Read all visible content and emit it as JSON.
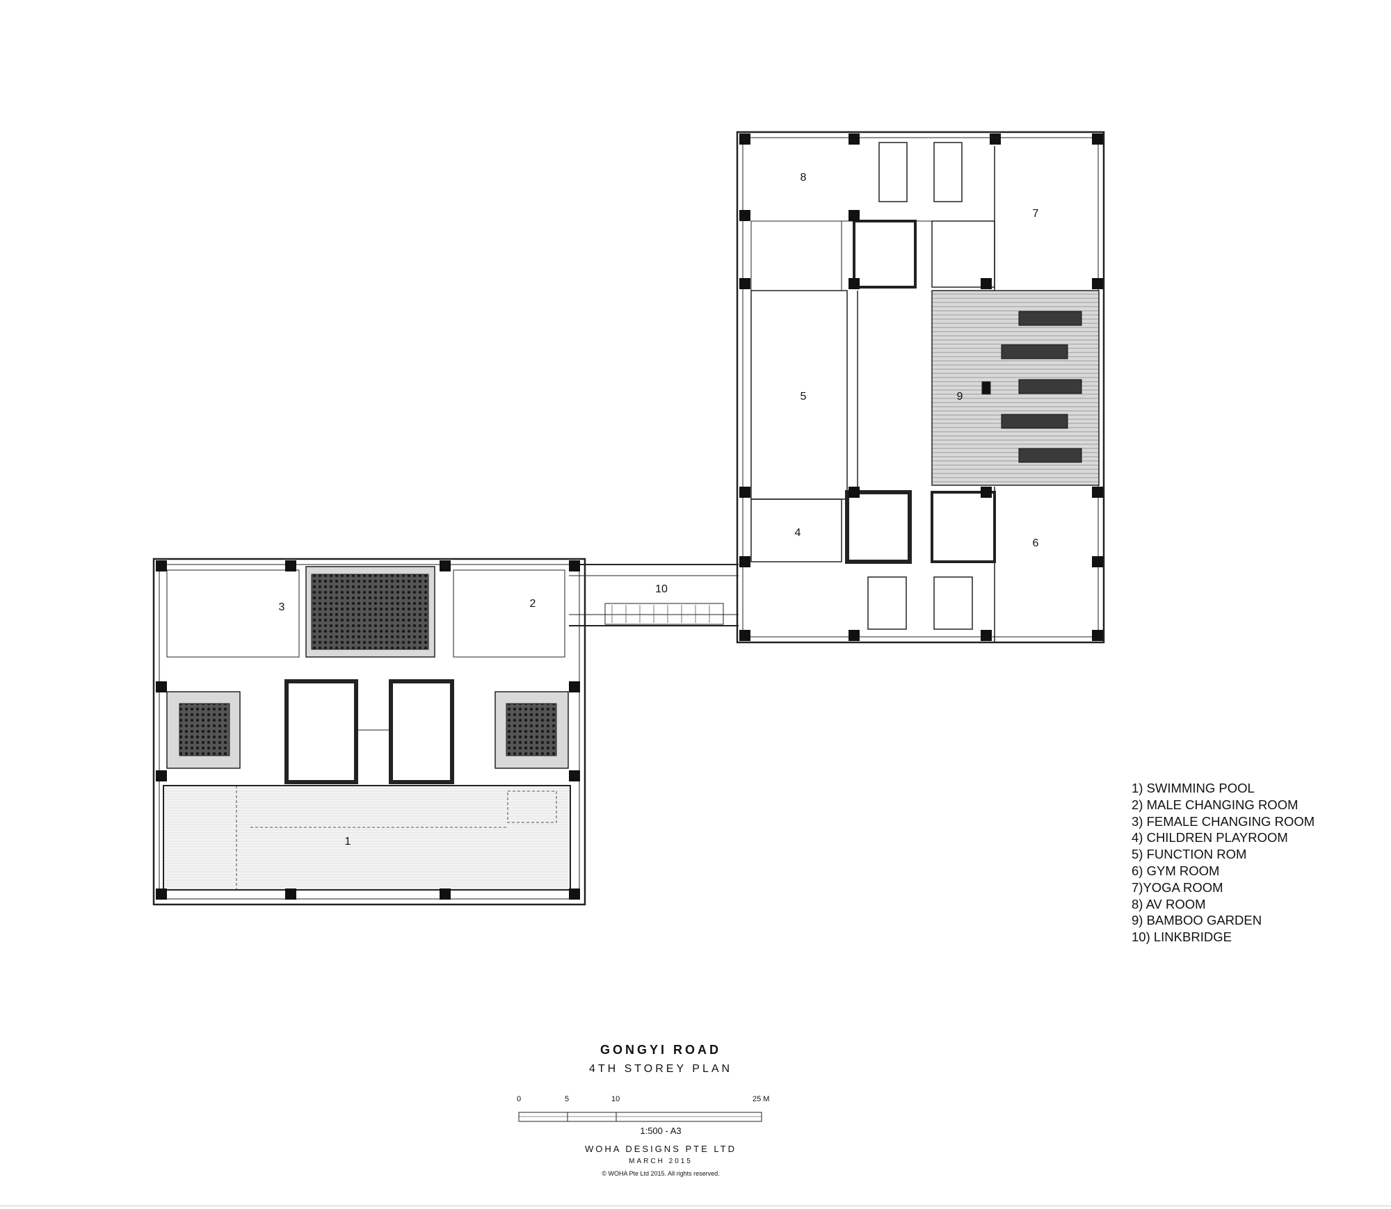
{
  "rooms": {
    "r1": "1",
    "r2": "2",
    "r3": "3",
    "r4": "4",
    "r5": "5",
    "r6": "6",
    "r7": "7",
    "r8": "8",
    "r9": "9",
    "r10": "10"
  },
  "legend": [
    "1) SWIMMING POOL",
    "2) MALE CHANGING ROOM",
    "3) FEMALE CHANGING ROOM",
    "4) CHILDREN PLAYROOM",
    "5) FUNCTION ROM",
    "6) GYM ROOM",
    "7)YOGA ROOM",
    "8) AV ROOM",
    "9) BAMBOO GARDEN",
    "10) LINKBRIDGE"
  ],
  "title": {
    "project": "GONGYI ROAD",
    "sheet": "4TH STOREY PLAN"
  },
  "scale_bar": {
    "labels": [
      "0",
      "5",
      "10",
      "25 M"
    ],
    "ratio": "1:500 - A3"
  },
  "firm": "WOHA DESIGNS PTE LTD",
  "date": "MARCH 2015",
  "copyright": "© WOHA Pte Ltd 2015.  All rights reserved."
}
